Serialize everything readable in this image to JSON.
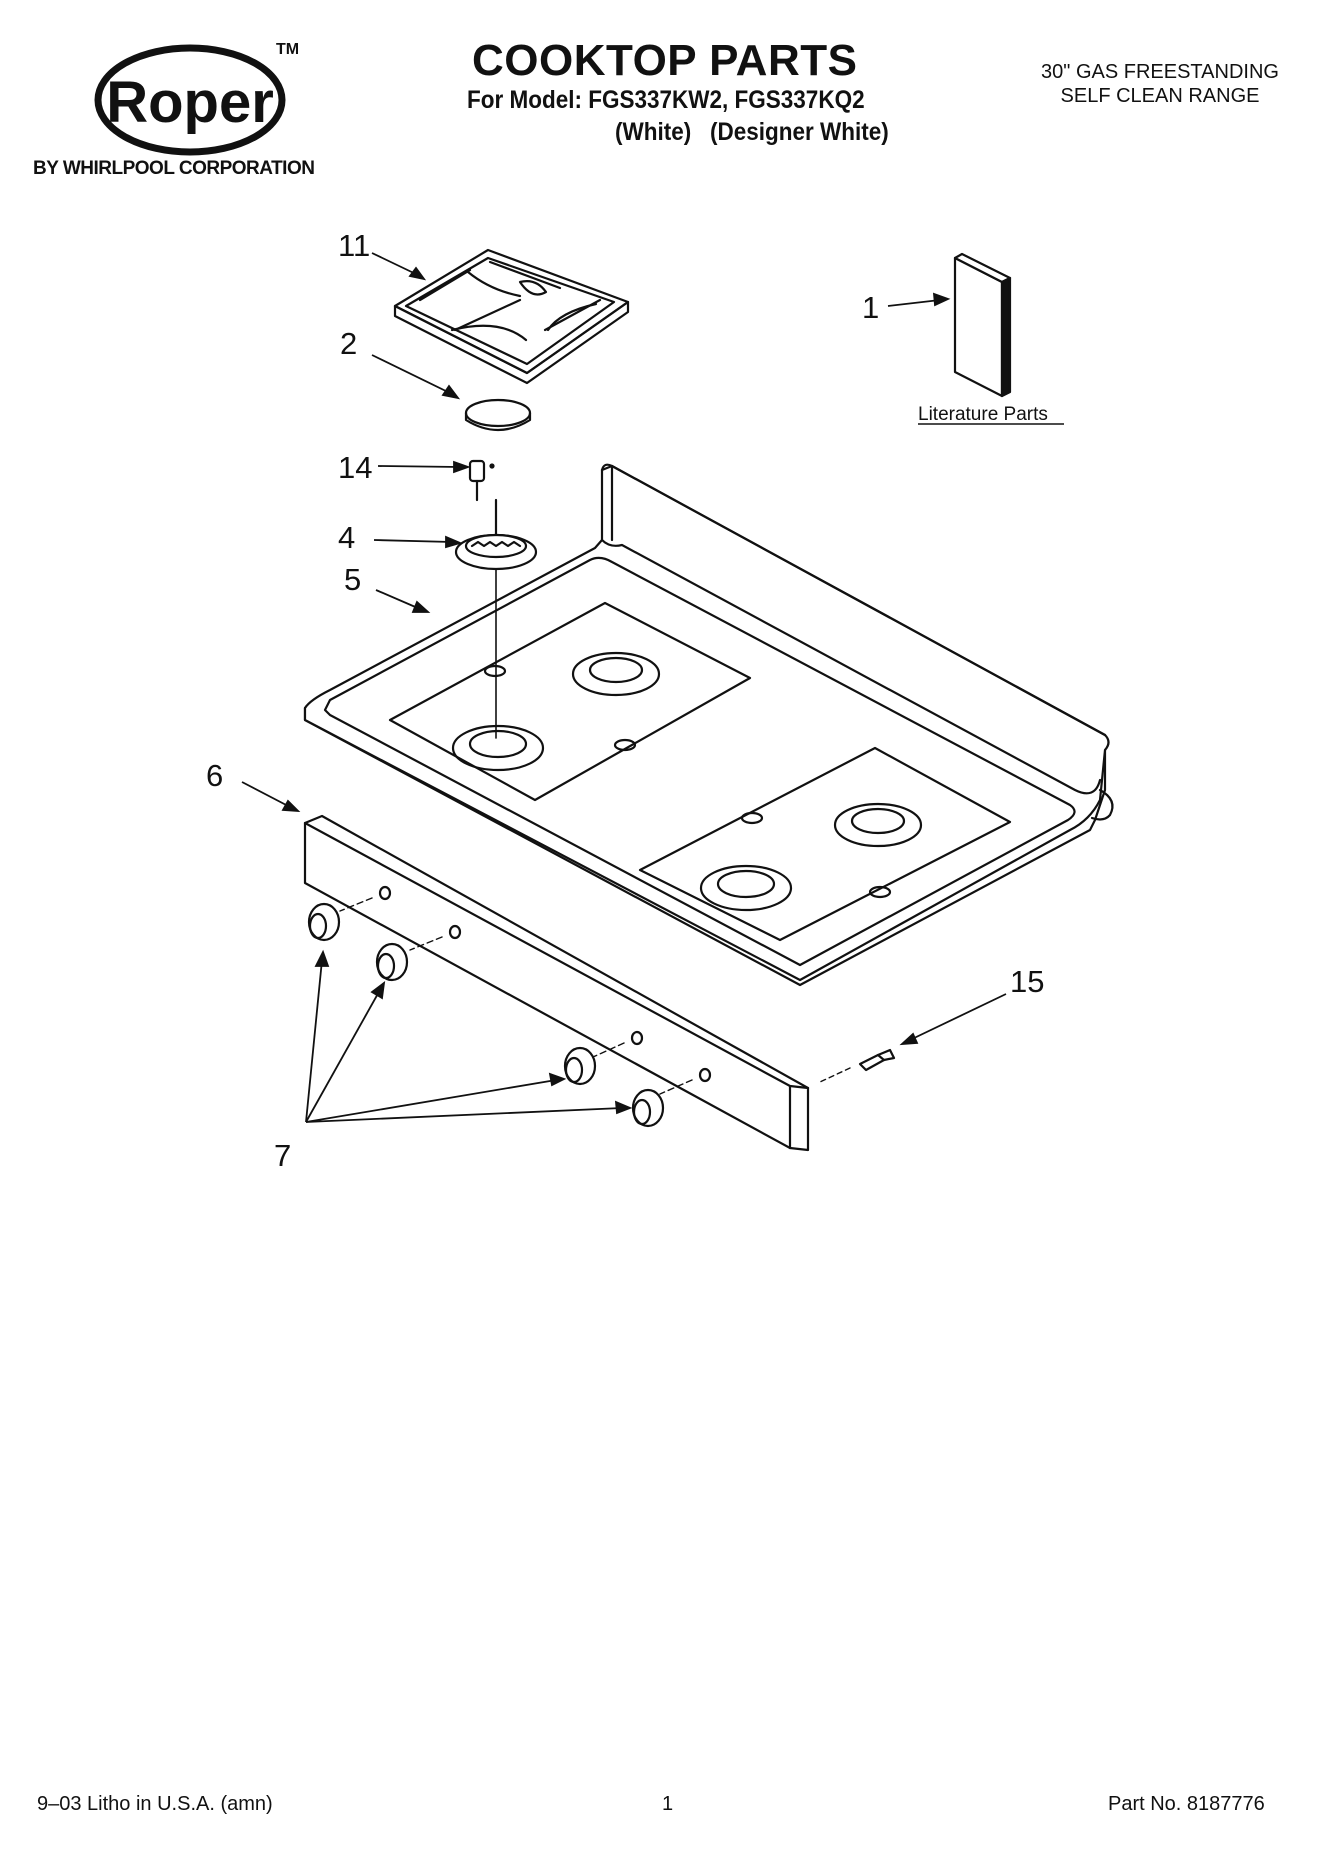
{
  "header": {
    "brand_logo_text": "Roper",
    "trademark": "TM",
    "byline": "BY WHIRLPOOL CORPORATION",
    "title": "COOKTOP PARTS",
    "model_line": "For Model: FGS337KW2, FGS337KQ2",
    "variant_line": "(White)   (Designer White)",
    "product_line1": "30\" GAS FREESTANDING",
    "product_line2": "SELF CLEAN RANGE"
  },
  "diagram": {
    "literature_label": "Literature Parts",
    "callouts": {
      "c1": "1",
      "c2": "2",
      "c4": "4",
      "c5": "5",
      "c6": "6",
      "c7": "7",
      "c11": "11",
      "c14": "14",
      "c15": "15"
    }
  },
  "footer": {
    "litho": "9–03 Litho in U.S.A. (amn)",
    "page_number": "1",
    "part_number": "Part No. 8187776"
  }
}
